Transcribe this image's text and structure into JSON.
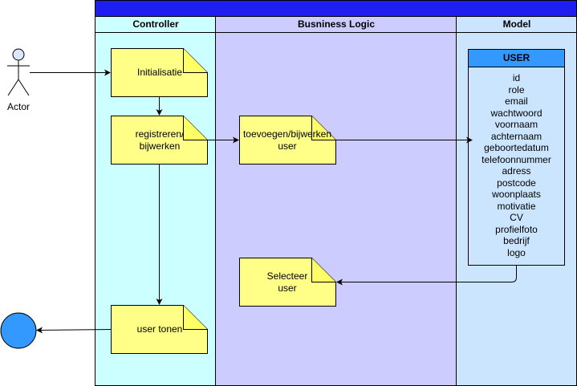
{
  "lanes": {
    "controller": "Controller",
    "business": "Busniness Logic",
    "model": "Model"
  },
  "actor": {
    "label": "Actor"
  },
  "notes": {
    "init": "Initialisatie",
    "register_line1": "registreren/",
    "register_line2": "bijwerken",
    "add_line1": "toevoegen/bijwerken",
    "add_line2": "user",
    "select_line1": "Selecteer",
    "select_line2": "user",
    "show": "user tonen"
  },
  "entity": {
    "title": "USER",
    "attributes": [
      "id",
      "role",
      "email",
      "wachtwoord",
      "voornaam",
      "achternaam",
      "geboortedatum",
      "telefoonnummer",
      "adress",
      "postcode",
      "woonplaats",
      "motivatie",
      "CV",
      "profielfoto",
      "bedrijf",
      "logo"
    ]
  },
  "colors": {
    "pool_header": "#1e1ef2",
    "controller_lane": "#ccffff",
    "business_lane": "#ccccff",
    "model_lane": "#cce5ff",
    "note_fill": "#ffff88",
    "entity_header": "#3399ff",
    "end_circle": "#3399ff"
  }
}
